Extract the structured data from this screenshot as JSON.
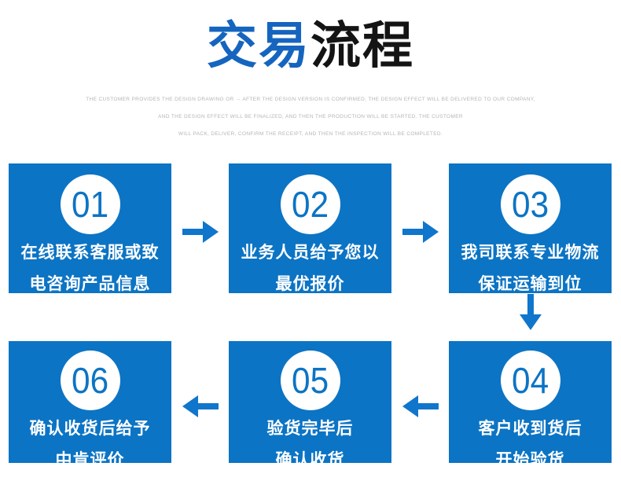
{
  "title": {
    "part_blue": "交易",
    "part_black": "流程"
  },
  "subtitle": {
    "line1": "THE CUSTOMER PROVIDES THE DESIGN DRAWING OR → AFTER THE DESIGN VERSION IS CONFIRMED, THE DESIGN EFFECT WILL BE DELIVERED TO OUR COMPANY,",
    "line2": "AND THE DESIGN EFFECT WILL BE FINALIZED, AND THEN THE PRODUCTION WILL BE STARTED. THE CUSTOMER",
    "line3": "WILL PACK, DELIVER, CONFIRM THE RECEIPT, AND THEN THE INSPECTION WILL BE COMPLETED."
  },
  "steps": [
    {
      "number": "01",
      "line1": "在线联系客服或致",
      "line2": "电咨询产品信息"
    },
    {
      "number": "02",
      "line1": "业务人员给予您以",
      "line2": "最优报价"
    },
    {
      "number": "03",
      "line1": "我司联系专业物流",
      "line2": "保证运输到位"
    },
    {
      "number": "04",
      "line1": "客户收到货后",
      "line2": "开始验货"
    },
    {
      "number": "05",
      "line1": "验货完毕后",
      "line2": "确认收货"
    },
    {
      "number": "06",
      "line1": "确认收货后给予",
      "line2": "中肯评价"
    }
  ],
  "icons": {
    "flow_arrows": [
      "arrow-right",
      "arrow-right",
      "arrow-down",
      "arrow-left",
      "arrow-left"
    ]
  },
  "colors": {
    "box_blue": "#0c74c4",
    "title_blue": "#1565bf",
    "arrow_blue": "#0f76cc",
    "title_black": "#141414",
    "subtitle_gray": "#b5b5b5"
  }
}
